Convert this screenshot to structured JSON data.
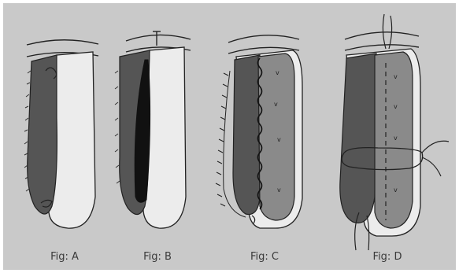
{
  "figures": [
    {
      "caption": "Fig: A"
    },
    {
      "caption": "Fig: B"
    },
    {
      "caption": "Fig: C"
    },
    {
      "caption": "Fig: D"
    }
  ],
  "colors": {
    "panel_background": "#c9c9c9",
    "dark_flap": "#555555",
    "light_flap": "#ececec",
    "mid_flap": "#8a8a8a",
    "outline": "#222222"
  }
}
